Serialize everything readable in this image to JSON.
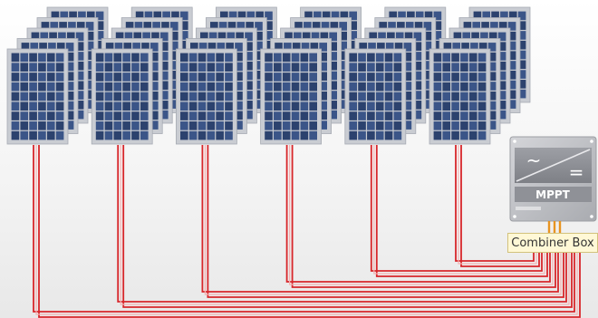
{
  "diagram": {
    "array_count": 6,
    "panels_per_stack": 5,
    "colors": {
      "cell": "#3b5588",
      "cell_dark": "#2c426e",
      "frame": "#c9ccd2",
      "wire": "#d8262a",
      "wire_light": "#f4b1b1",
      "inverter_body": "#bdbec2",
      "inverter_screen": "#8f9197",
      "connector": "#e89420"
    },
    "inverter": {
      "title": "MPPT",
      "symbol_ac": "~",
      "symbol_dc": "="
    },
    "combiner_box": {
      "label": "Combiner Box"
    }
  }
}
